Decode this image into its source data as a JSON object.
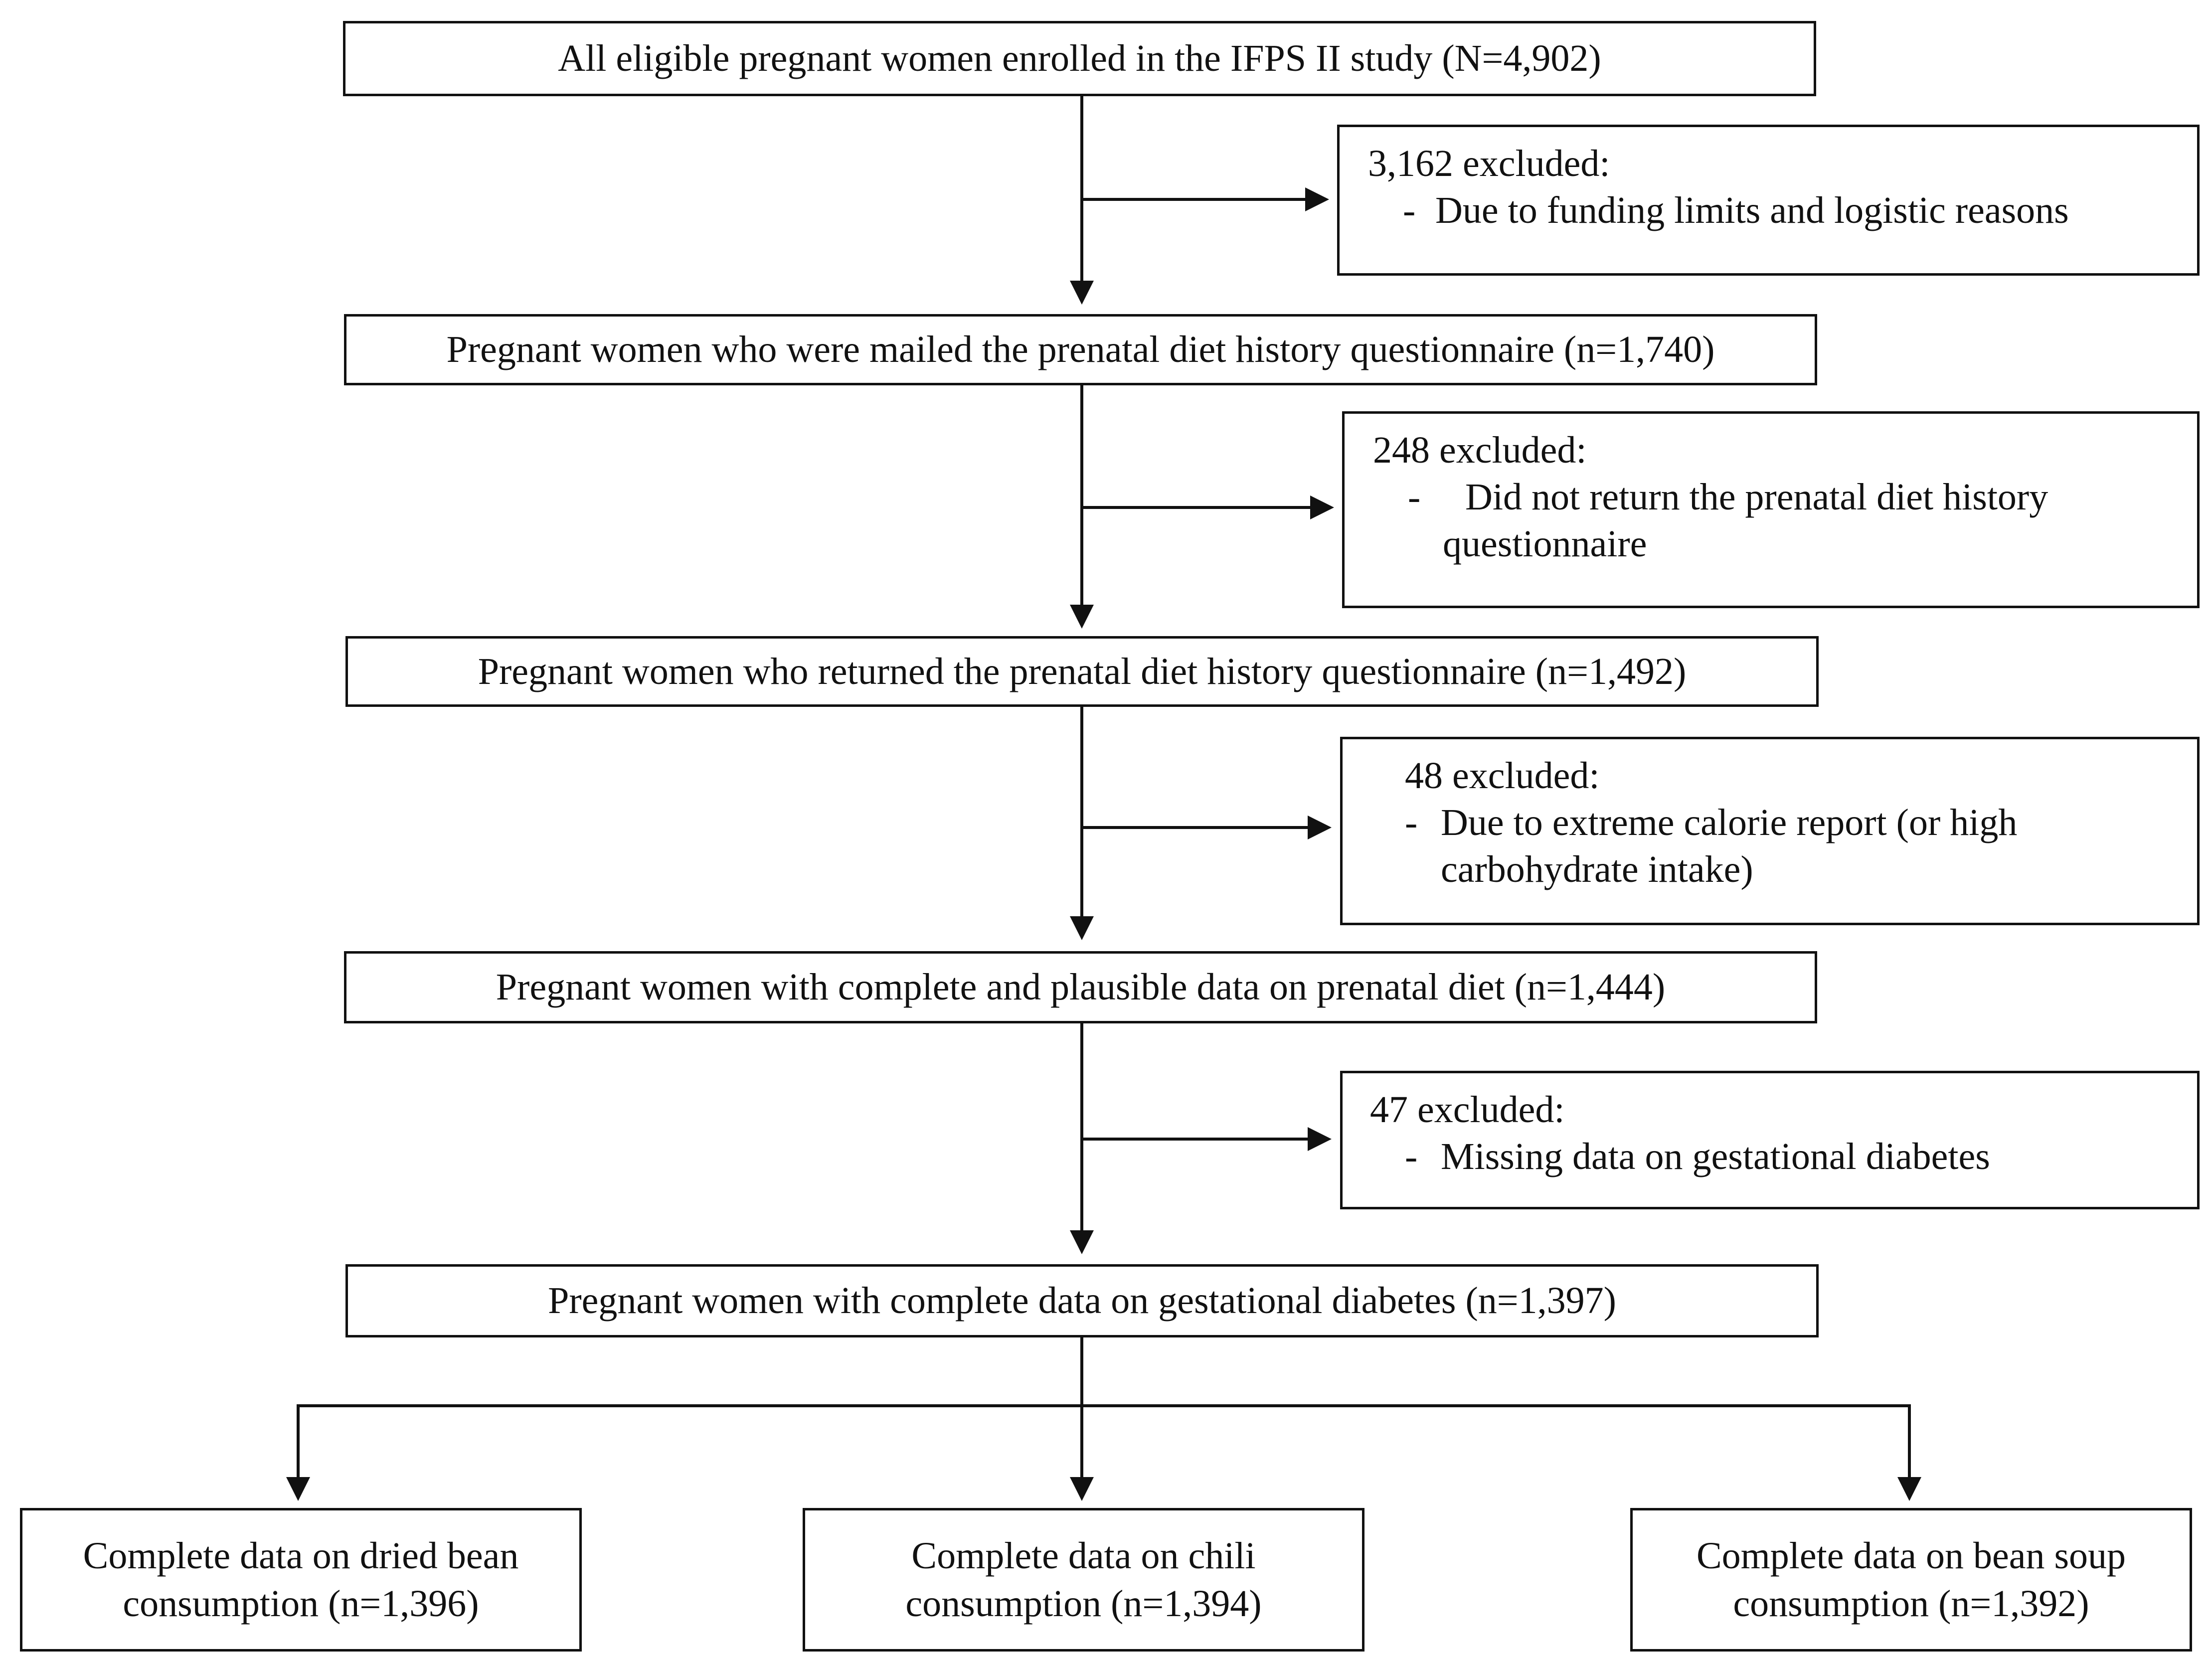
{
  "flow": {
    "step1": "All eligible pregnant women enrolled in the IFPS II study (N=4,902)",
    "step2": "Pregnant women who were mailed the prenatal diet history questionnaire (n=1,740)",
    "step3": "Pregnant women who returned the prenatal diet history questionnaire (n=1,492)",
    "step4": "Pregnant women with complete and plausible data on prenatal diet (n=1,444)",
    "step5": "Pregnant women with complete data on gestational diabetes (n=1,397)"
  },
  "exclusions": [
    {
      "head": "3,162 excluded:",
      "dash": "-",
      "line1": "Due to funding limits and logistic reasons",
      "line2": ""
    },
    {
      "head": "248 excluded:",
      "dash": "-",
      "line1": "Did not return the prenatal diet history",
      "line2": "questionnaire"
    },
    {
      "head": "48 excluded:",
      "dash": "-",
      "line1": "Due to extreme calorie report (or high",
      "line2": "carbohydrate intake)"
    },
    {
      "head": "47 excluded:",
      "dash": "-",
      "line1": "Missing data on gestational diabetes",
      "line2": ""
    }
  ],
  "outcomes": [
    {
      "line1": "Complete data on dried bean",
      "line2": "consumption (n=1,396)"
    },
    {
      "line1": "Complete data on chili",
      "line2": "consumption (n=1,394)"
    },
    {
      "line1": "Complete data on bean soup",
      "line2": "consumption (n=1,392)"
    }
  ]
}
